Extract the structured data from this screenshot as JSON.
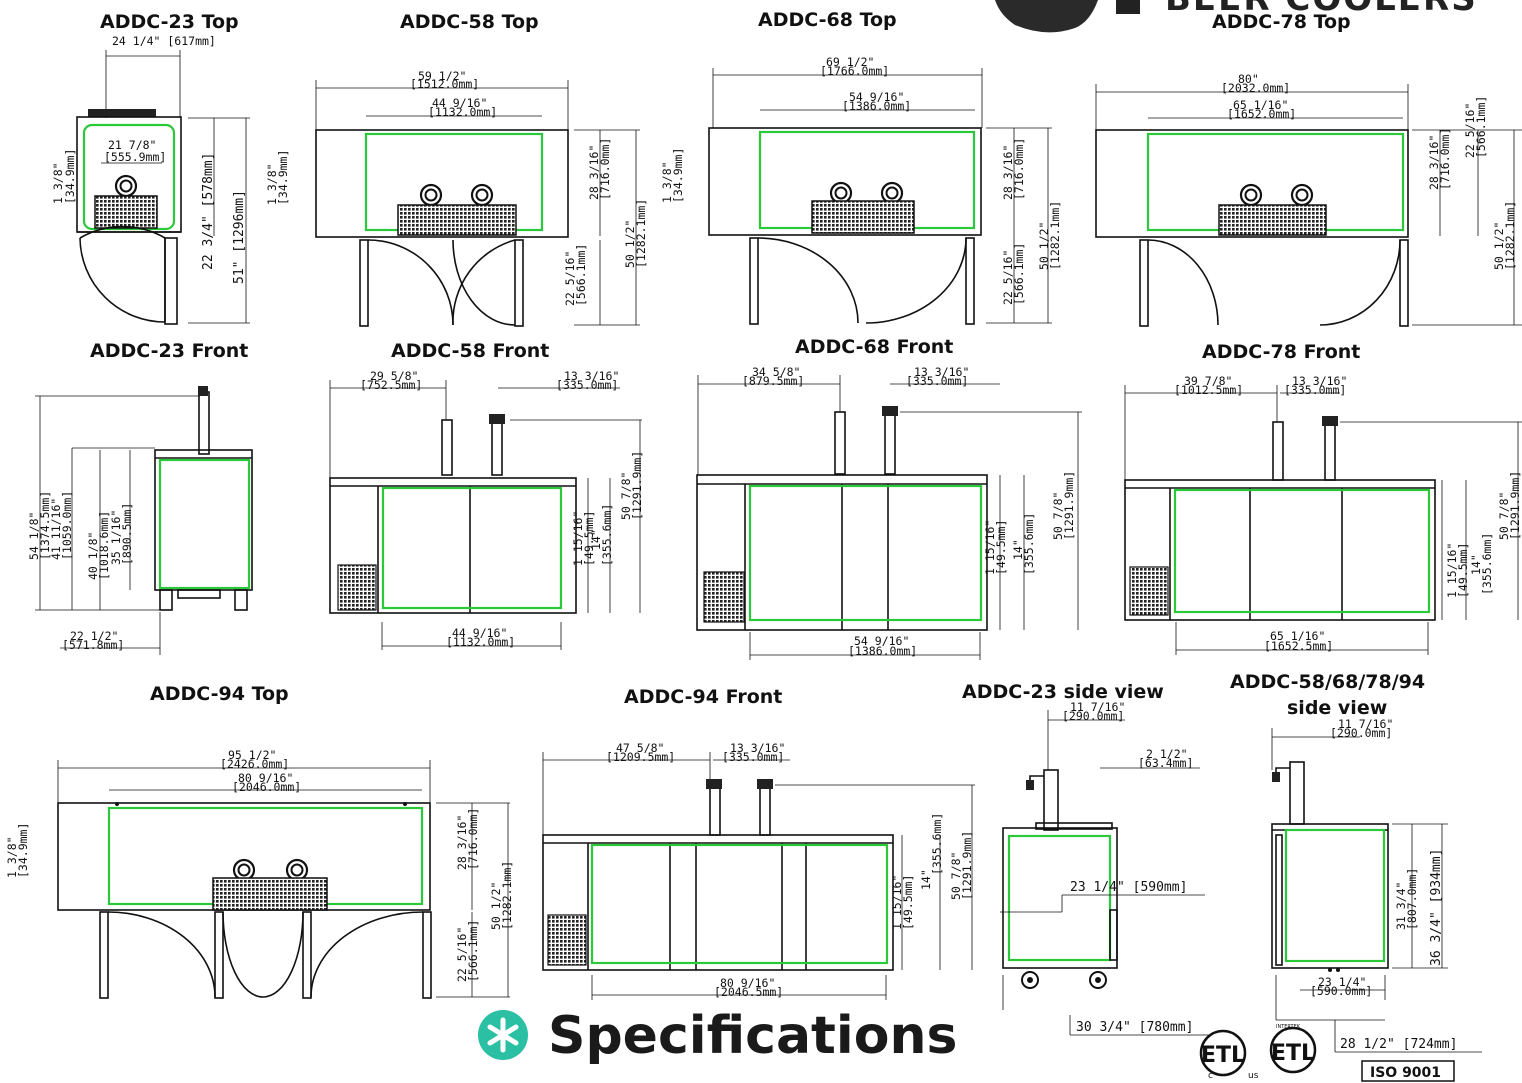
{
  "header": {
    "brand_text": "BEER COOLERS"
  },
  "titles": {
    "addc23_top": "ADDC-23 Top",
    "addc58_top": "ADDC-58 Top",
    "addc68_top": "ADDC-68 Top",
    "addc78_top": "ADDC-78 Top",
    "addc23_front": "ADDC-23 Front",
    "addc58_front": "ADDC-58 Front",
    "addc68_front": "ADDC-68 Front",
    "addc78_front": "ADDC-78 Front",
    "addc94_top": "ADDC-94 Top",
    "addc94_front": "ADDC-94 Front",
    "addc23_side": "ADDC-23 side view",
    "multi_side_1": "ADDC-58/68/78/94",
    "multi_side_2": "side view"
  },
  "dims": {
    "a23_w": "24 1/4\" [617mm]",
    "a23_inner": "21 7/8\"",
    "a23_inner_mm": "[555.9mm]",
    "a23_d1": "1 3/8\"",
    "a23_d1_mm": "[34.9mm]",
    "a23_578": "22 3/4\" [578mm]",
    "a23_1296": "51\" [1296mm]",
    "a58_w": "59 1/2\"",
    "a58_w_mm": "[1512.0mm]",
    "a58_in": "44 9/16\"",
    "a58_in_mm": "[1132.0mm]",
    "a58_h1": "28 3/16\"",
    "a58_h1_mm": "[716.0mm]",
    "a58_h2": "50 1/2\"",
    "a58_h2_mm": "[1282.1mm]",
    "a58_h3": "22 5/16\"",
    "a58_h3_mm": "[566.1mm]",
    "a68_w": "69 1/2\"",
    "a68_w_mm": "[1766.0mm]",
    "a68_in": "54 9/16\"",
    "a68_in_mm": "[1386.0mm]",
    "a78_w": "80\"",
    "a78_w_mm": "[2032.0mm]",
    "a78_in": "65 1/16\"",
    "a78_in_mm": "[1652.0mm]",
    "f23_h1": "54 1/8\"",
    "f23_h1_mm": "[1374.5mm]",
    "f23_h2": "41 11/16\"",
    "f23_h2_mm": "[1059.0mm]",
    "f23_h3": "40 1/8\"",
    "f23_h3_mm": "[1018.6mm]",
    "f23_h4": "35 1/16\"",
    "f23_h4_mm": "[890.5mm]",
    "f23_w": "22 1/2\"",
    "f23_w_mm": "[571.8mm]",
    "f58_a": "29 5/8\"",
    "f58_a_mm": "[752.5mm]",
    "f_tap": "13 3/16\"",
    "f_tap_mm": "[335.0mm]",
    "f_h1": "1 15/16\"",
    "f_h1_mm": "[49.5mm]",
    "f_h2": "14\"",
    "f_h2_mm": "[355.6mm]",
    "f_h3": "50 7/8\"",
    "f_h3_mm": "[1291.9mm]",
    "f58_b": "44 9/16\"",
    "f58_b_mm": "[1132.0mm]",
    "f68_a": "34 5/8\"",
    "f68_a_mm": "[879.5mm]",
    "f68_b": "54 9/16\"",
    "f68_b_mm": "[1386.0mm]",
    "f78_a": "39 7/8\"",
    "f78_a_mm": "[1012.5mm]",
    "f78_b": "65 1/16\"",
    "f78_b_mm": "[1652.5mm]",
    "t94_w": "95 1/2\"",
    "t94_w_mm": "[2426.0mm]",
    "t94_in": "80 9/16\"",
    "t94_in_mm": "[2046.0mm]",
    "f94_a": "47 5/8\"",
    "f94_a_mm": "[1209.5mm]",
    "f94_b": "80 9/16\"",
    "f94_b_mm": "[2046.5mm]",
    "s23_top": "11 7/16\"",
    "s23_top_mm": "[290.0mm]",
    "s23_r": "2 1/2\"",
    "s23_r_mm": "[63.4mm]",
    "s23_590": "23 1/4\" [590mm]",
    "s23_780": "30 3/4\" [780mm]",
    "sm_top": "11 7/16\"",
    "sm_top_mm": "[290.0mm]",
    "sm_807": "31 3/4\"",
    "sm_807_mm": "[807.0mm]",
    "sm_934": "36 3/4\" [934mm]",
    "sm_590": "23 1/4\"",
    "sm_590_mm": "[590.0mm]",
    "sm_724": "28 1/2\" [724mm]"
  },
  "footer": {
    "specifications": "Specifications",
    "etl_c": "c",
    "etl_us": "us",
    "etl_text": "ETL",
    "iso": "ISO 9001",
    "intertek": "INTERTEK"
  },
  "colors": {
    "outline": "#111111",
    "liner": "#2bc93a",
    "grille": "#222222"
  },
  "icons": {
    "spec": "asterisk-icon",
    "etl": "etl-listed-mark"
  }
}
